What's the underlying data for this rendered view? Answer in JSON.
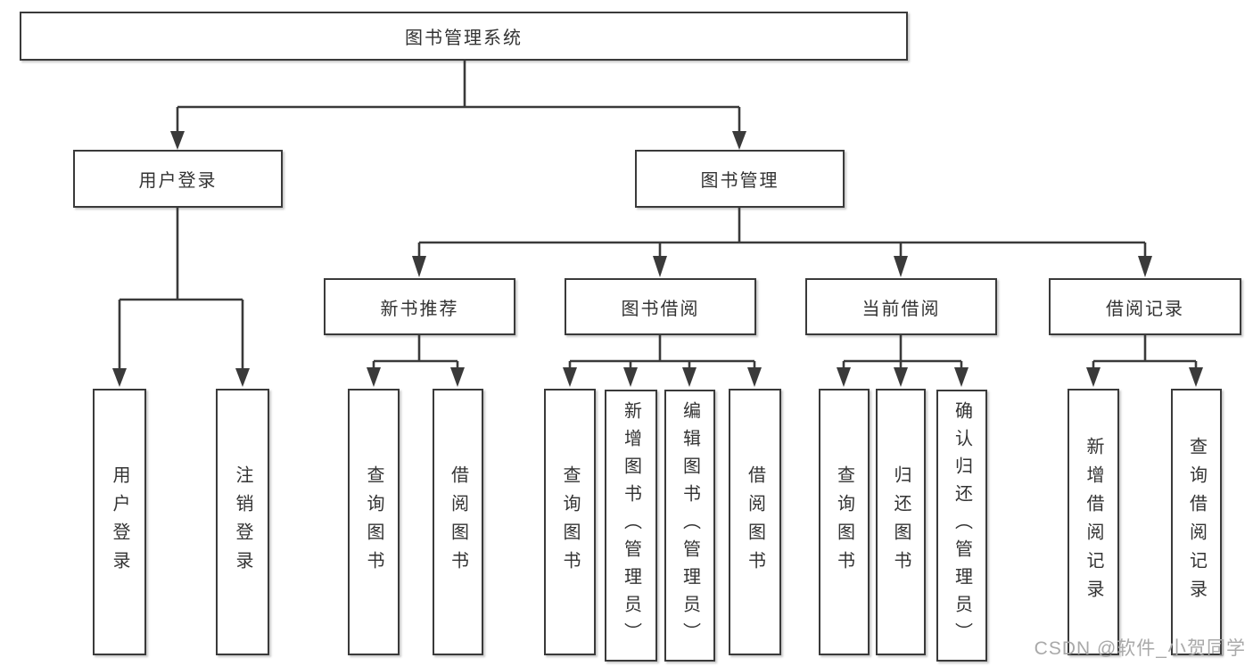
{
  "colors": {
    "line": "#3a3a3a",
    "border": "#3a3a3a",
    "text": "#333333",
    "watermark": "#a9a9a9",
    "background": "#ffffff"
  },
  "watermark": "CSDN @软件_小贺同学",
  "tree": {
    "root": "图书管理系统",
    "branches": [
      {
        "label": "用户登录",
        "children": [
          "用户登录",
          "注销登录"
        ]
      },
      {
        "label": "图书管理",
        "children": [
          {
            "label": "新书推荐",
            "children": [
              "查询图书",
              "借阅图书"
            ]
          },
          {
            "label": "图书借阅",
            "children": [
              "查询图书",
              "新增图书（管理员）",
              "编辑图书（管理员）",
              "借阅图书"
            ]
          },
          {
            "label": "当前借阅",
            "children": [
              "查询图书",
              "归还图书",
              "确认归还（管理员）"
            ]
          },
          {
            "label": "借阅记录",
            "children": [
              "新增借阅记录",
              "查询借阅记录"
            ]
          }
        ]
      }
    ]
  }
}
